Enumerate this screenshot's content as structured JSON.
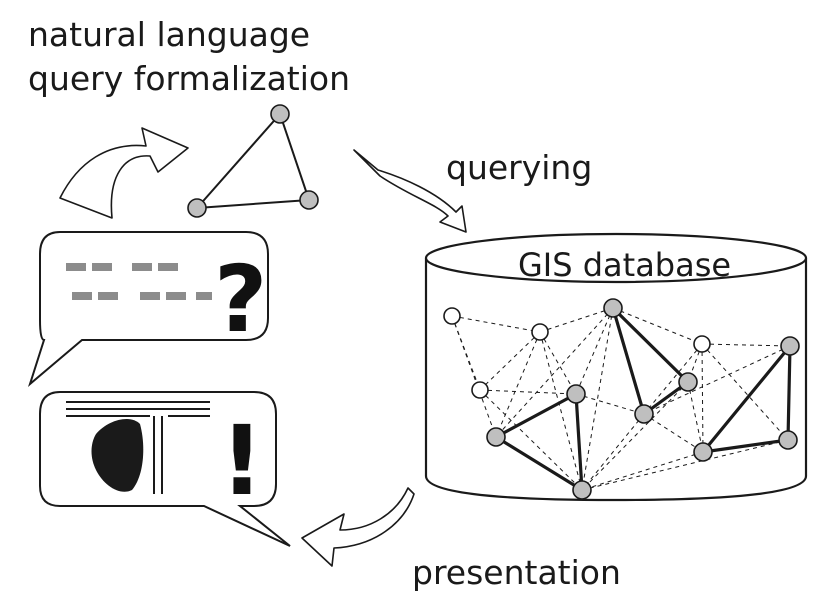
{
  "labels": {
    "nl_query_line1": "natural language",
    "nl_query_line2": "query formalization",
    "querying": "querying",
    "database": "GIS database",
    "presentation": "presentation"
  },
  "bubbles": {
    "query_symbol": "?",
    "answer_symbol": "!"
  },
  "colors": {
    "stroke": "#1a1a1a",
    "node_fill": "#bfbfbf",
    "node_empty": "#ffffff",
    "dash_gray": "#8c8c8c"
  }
}
